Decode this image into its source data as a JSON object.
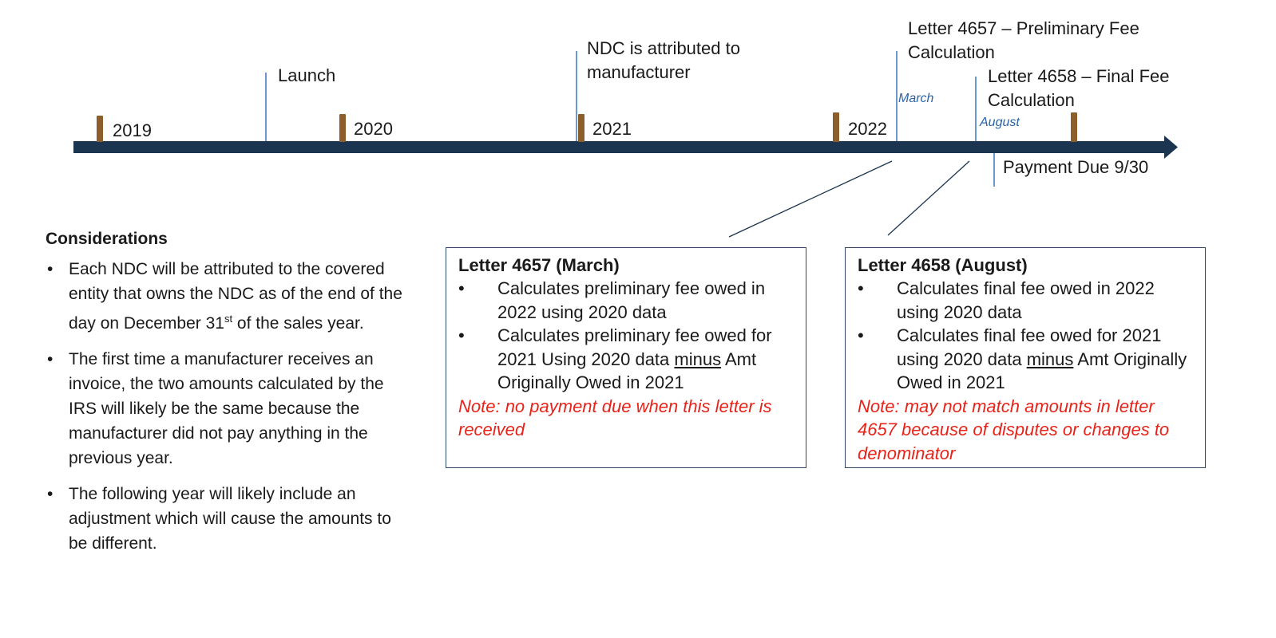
{
  "timeline": {
    "years": [
      "2019",
      "2020",
      "2021",
      "2022"
    ],
    "events": {
      "launch": "Launch",
      "ndc_attributed": "NDC is attributed to manufacturer",
      "letter_4657": "Letter 4657 – Preliminary Fee Calculation",
      "letter_4658": "Letter 4658 – Final Fee Calculation",
      "payment_due": "Payment Due 9/30"
    },
    "months": {
      "march": "March",
      "august": "August"
    },
    "colors": {
      "axis": "#1b3550",
      "tick": "#8b5e2b",
      "marker": "#3a74c4",
      "month": "#2a64a8"
    }
  },
  "considerations": {
    "title": "Considerations",
    "items": [
      "Each NDC will be attributed to the covered entity that owns the NDC as of the end of the day on December 31st of the sales year.",
      "The first time a manufacturer receives an invoice, the two amounts calculated by the IRS will likely be the same because the manufacturer did not pay anything in the previous year.",
      "The following year will likely include an adjustment which will cause the amounts to be different."
    ]
  },
  "box_4657": {
    "title": "Letter 4657 (March)",
    "bullet1": "Calculates preliminary fee owed in 2022 using 2020 data",
    "bullet2_pre": "Calculates preliminary fee owed for 2021 Using 2020 data ",
    "bullet2_u": "minus",
    "bullet2_post": " Amt Originally Owed in 2021",
    "note": "Note: no payment due when this letter is received"
  },
  "box_4658": {
    "title": "Letter 4658 (August)",
    "bullet1": "Calculates final fee owed in 2022 using 2020 data",
    "bullet2_pre": "Calculates final fee owed for 2021 using 2020 data ",
    "bullet2_u": "minus",
    "bullet2_post": " Amt Originally Owed in 2021",
    "note": "Note: may not match amounts in letter 4657 because of disputes or changes to denominator"
  },
  "note_color": "#e8231a"
}
